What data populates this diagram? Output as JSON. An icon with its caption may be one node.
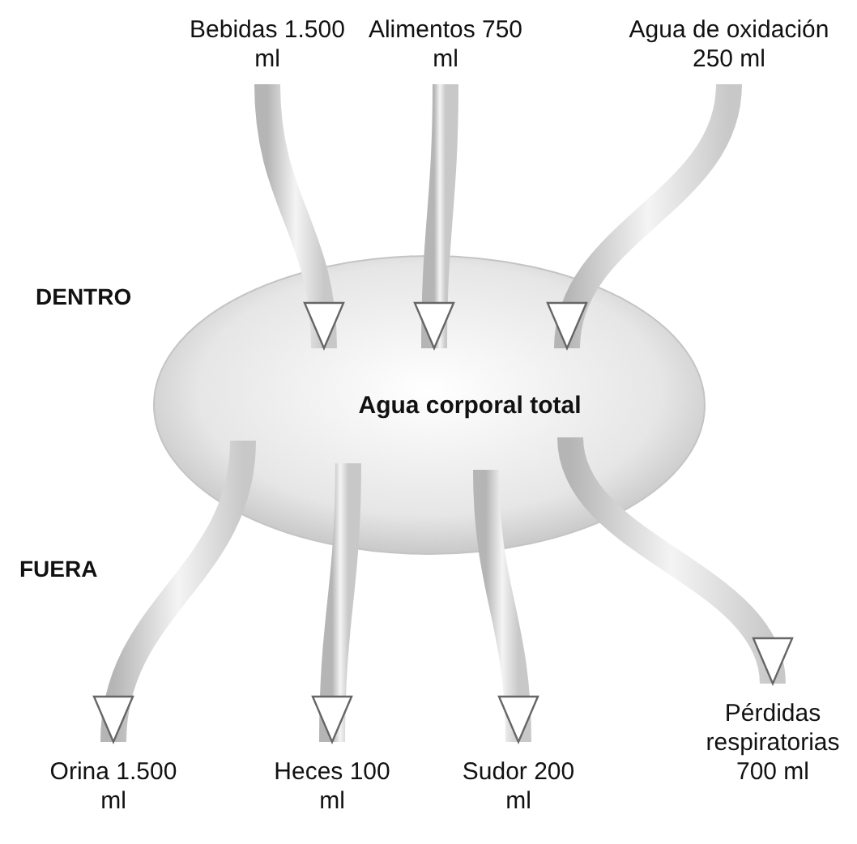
{
  "diagram": {
    "nodes": [
      {
        "text": [
          "Bebidas 1.500 ml"
        ]
      },
      {
        "text": [
          "Alimentos 750 ml"
        ]
      },
      {
        "text": [
          "Agua de oxidación 250 ml"
        ]
      },
      {
        "text": [
          "Agua corporal total"
        ]
      },
      {
        "text": [
          "Orina 1.500 ml"
        ]
      },
      {
        "text": [
          "Heces 100 ml"
        ]
      },
      {
        "text": [
          "Sudor 200 ml"
        ]
      },
      {
        "text": [
          "Pérdidas respiratorias 700 ml"
        ]
      }
    ],
    "edges": [
      {
        "from": 0,
        "to": 3,
        "arrow": "to"
      },
      {
        "from": 1,
        "to": 3,
        "arrow": "to"
      },
      {
        "from": 2,
        "to": 3,
        "arrow": "to"
      },
      {
        "from": 3,
        "to": 4,
        "arrow": "to"
      },
      {
        "from": 3,
        "to": 5,
        "arrow": "to"
      },
      {
        "from": 3,
        "to": 6,
        "arrow": "to"
      },
      {
        "from": 3,
        "to": 7,
        "arrow": "to"
      }
    ],
    "labels": [
      "DENTRO",
      "FUERA"
    ]
  }
}
